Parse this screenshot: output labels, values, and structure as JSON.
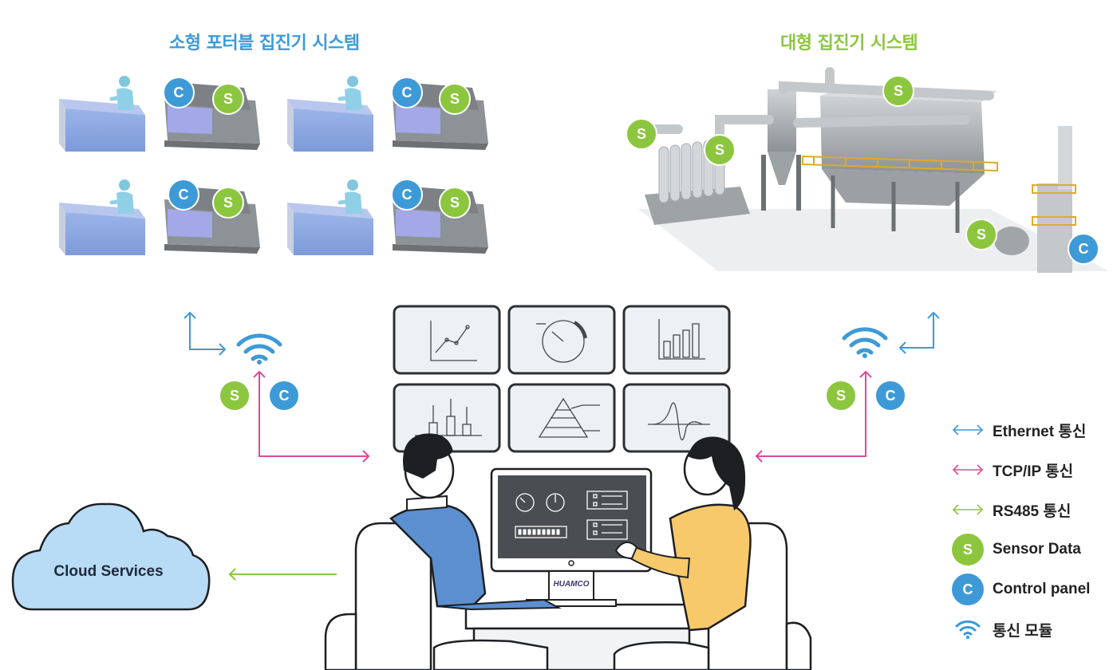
{
  "titles": {
    "small_system": "소형 포터블 집진기 시스템",
    "large_system": "대형 집진기 시스템"
  },
  "badges": {
    "sensor": "S",
    "control": "C"
  },
  "cloud": {
    "label": "Cloud Services"
  },
  "monitor": {
    "brand": "HUAMCO"
  },
  "legend": {
    "ethernet": "Ethernet 통신",
    "tcpip": "TCP/IP 통신",
    "rs485": "RS485 통신",
    "sensor": "Sensor Data",
    "control": "Control panel",
    "module": "통신 모듈"
  },
  "colors": {
    "ethernet": "#3d9ad6",
    "tcpip": "#e0489a",
    "rs485": "#8cc63f",
    "sensor": "#8cc63f",
    "control": "#3d9ad6",
    "title_small": "#3d9ad6",
    "title_large": "#8cc63f"
  },
  "dashboard_tiles": [
    "line-chart-icon",
    "gauge-icon",
    "bar-chart-icon",
    "candlestick-icon",
    "pyramid-icon",
    "wave-chart-icon"
  ]
}
